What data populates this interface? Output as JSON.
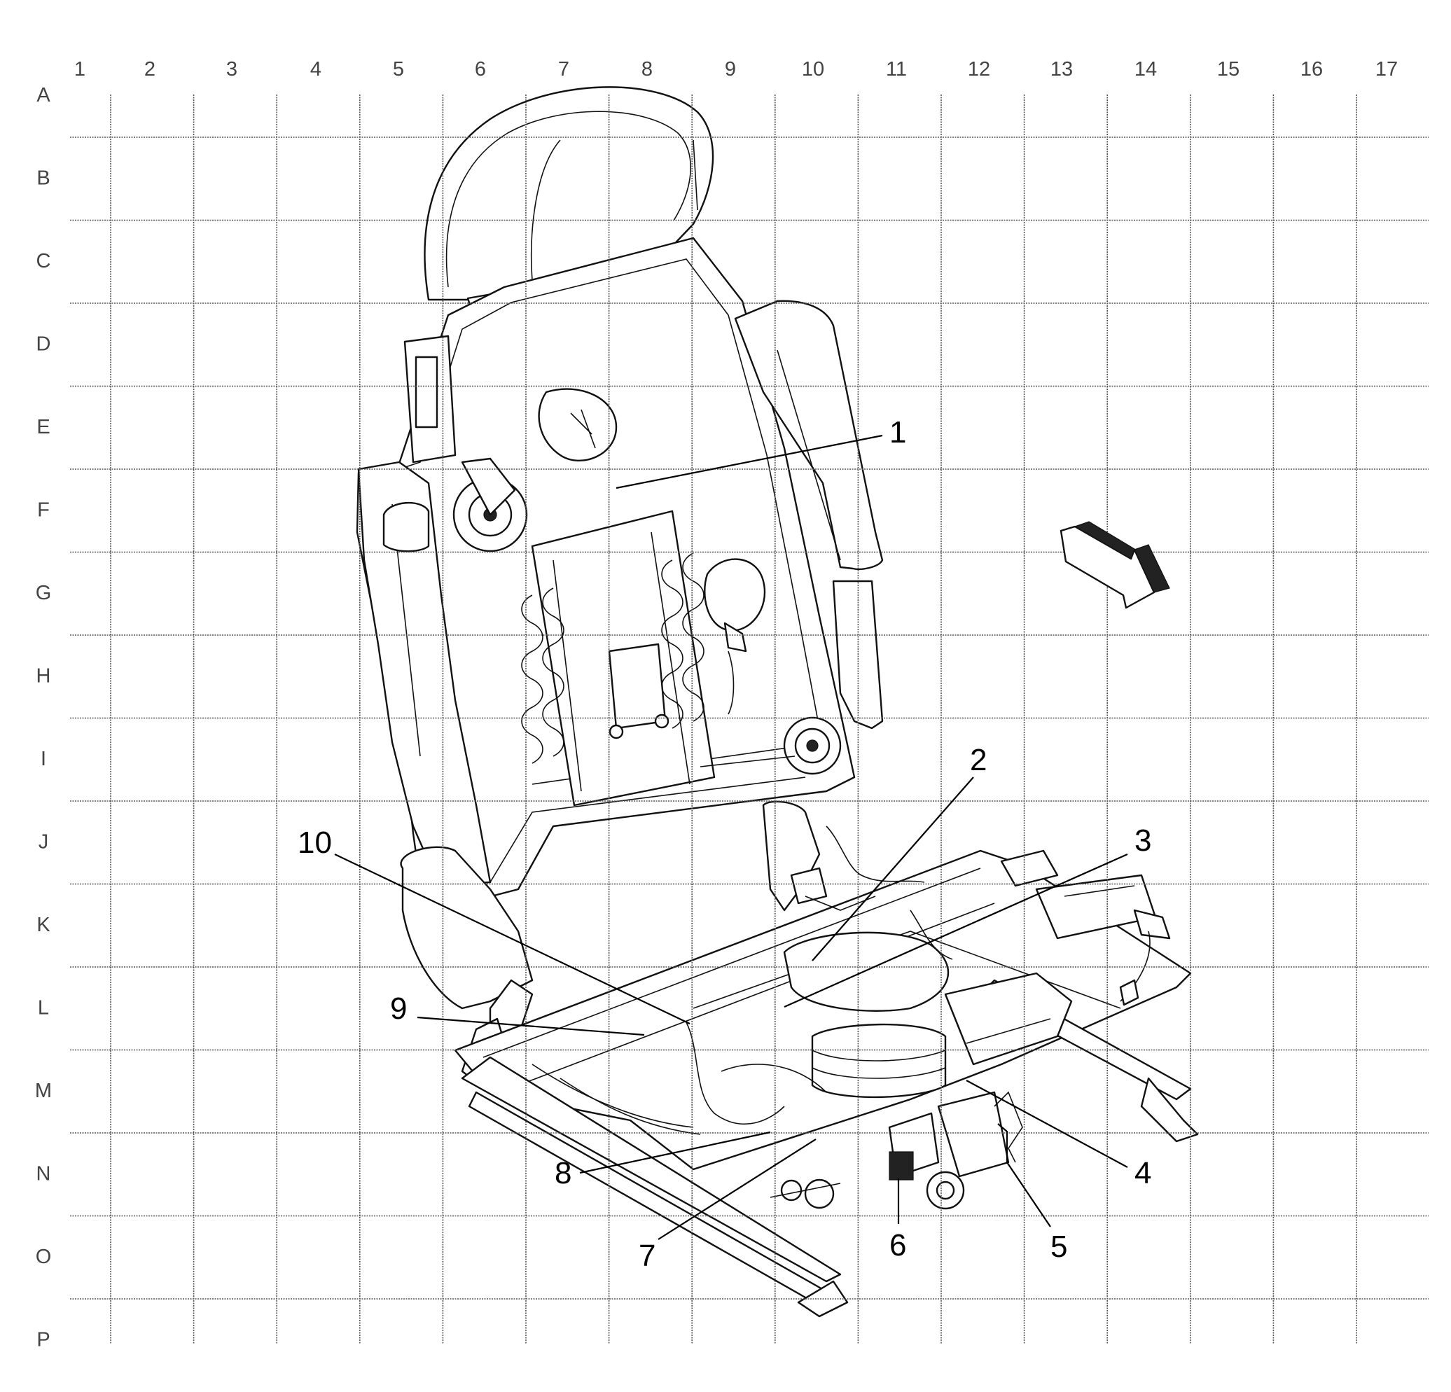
{
  "grid": {
    "columns": [
      "1",
      "2",
      "3",
      "4",
      "5",
      "6",
      "7",
      "8",
      "9",
      "10",
      "11",
      "12",
      "13",
      "14",
      "15",
      "16",
      "17"
    ],
    "rows": [
      "A",
      "B",
      "C",
      "D",
      "E",
      "F",
      "G",
      "H",
      "I",
      "J",
      "K",
      "L",
      "M",
      "N",
      "O",
      "P"
    ]
  },
  "callouts": [
    {
      "id": "1",
      "label": "1"
    },
    {
      "id": "2",
      "label": "2"
    },
    {
      "id": "3",
      "label": "3"
    },
    {
      "id": "4",
      "label": "4"
    },
    {
      "id": "5",
      "label": "5"
    },
    {
      "id": "6",
      "label": "6"
    },
    {
      "id": "7",
      "label": "7"
    },
    {
      "id": "8",
      "label": "8"
    },
    {
      "id": "9",
      "label": "9"
    },
    {
      "id": "10",
      "label": "10"
    }
  ],
  "direction_arrow": {
    "icon": "forward-direction-arrow-icon"
  },
  "illustration": {
    "subject": "seat-assembly-illustration"
  }
}
